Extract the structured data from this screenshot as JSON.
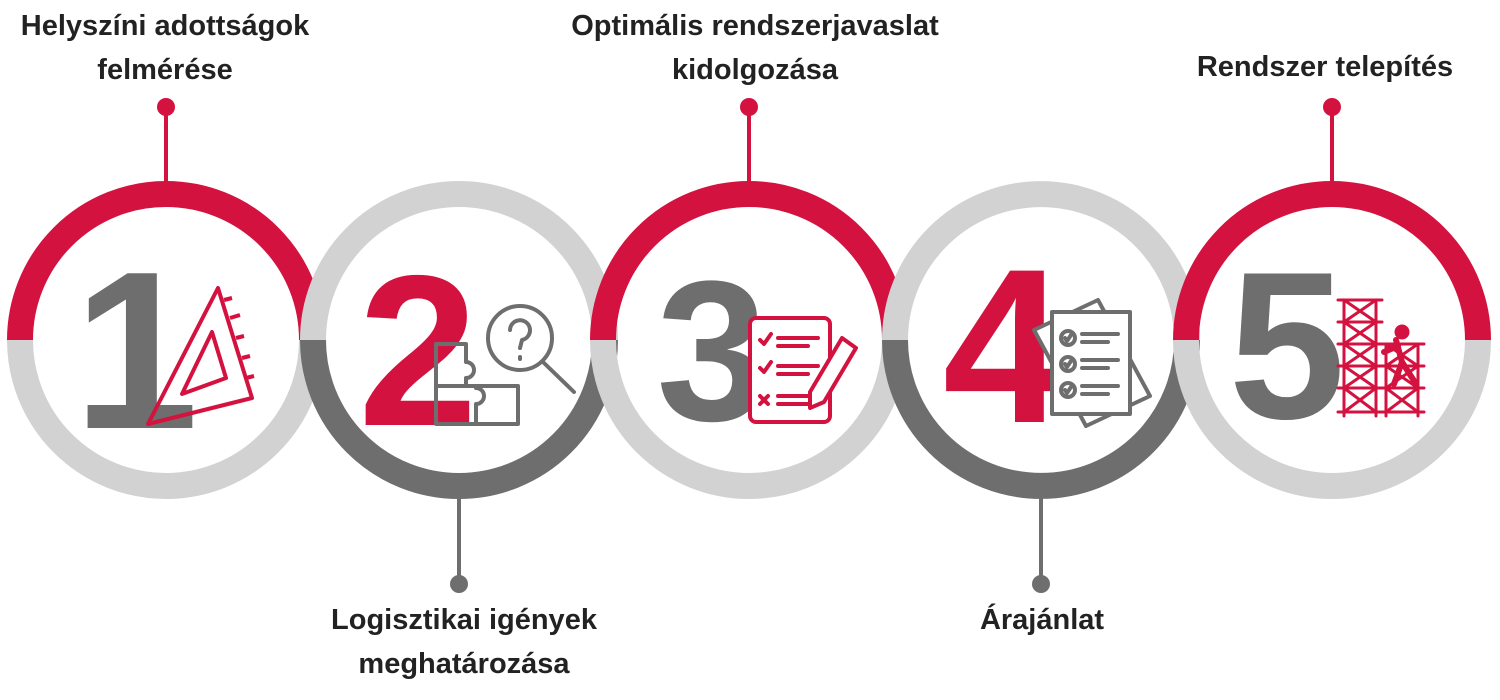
{
  "colors": {
    "accent": "#d4123f",
    "dark": "#6e6e6e",
    "light": "#d2d2d2",
    "text": "#222222"
  },
  "steps": [
    {
      "number": "1",
      "label": "Helyszíni adottságok\nfelmérése",
      "number_color": "dark",
      "icon": "set-square-icon"
    },
    {
      "number": "2",
      "label": "Logisztikai igények\nmeghatározása",
      "number_color": "accent",
      "icon": "puzzle-magnifier-icon"
    },
    {
      "number": "3",
      "label": "Optimális rendszerjavaslat\nkidolgozása",
      "number_color": "dark",
      "icon": "checklist-pencil-icon"
    },
    {
      "number": "4",
      "label": "Árajánlat",
      "number_color": "accent",
      "icon": "quote-document-icon"
    },
    {
      "number": "5",
      "label": "Rendszer telepítés",
      "number_color": "dark",
      "icon": "scaffold-worker-icon"
    }
  ]
}
